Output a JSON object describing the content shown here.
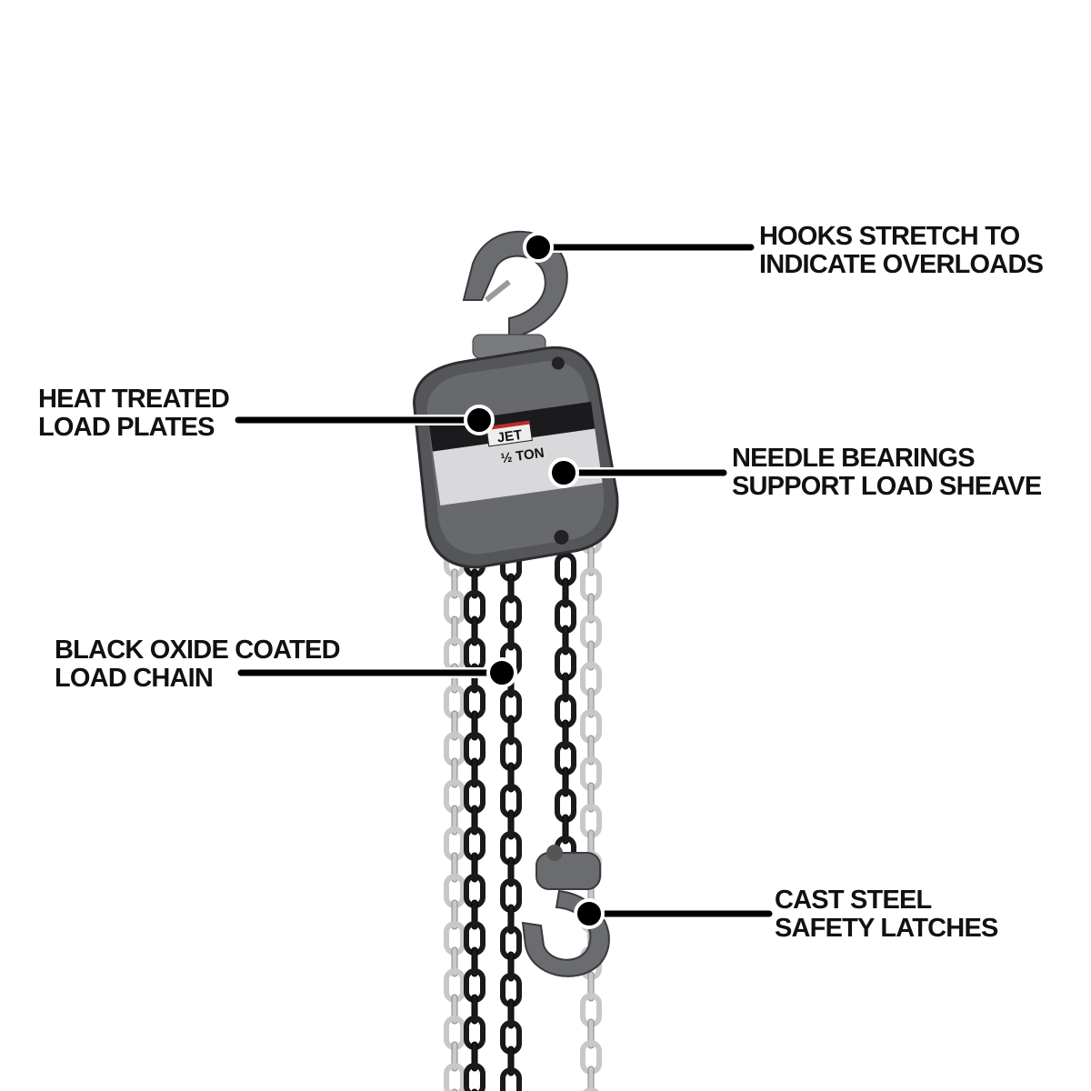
{
  "product": {
    "brand_plate": "JET",
    "capacity_plate": "½ TON"
  },
  "callouts": [
    {
      "id": "hooks",
      "lines": [
        "HOOKS STRETCH TO",
        "INDICATE OVERLOADS"
      ]
    },
    {
      "id": "plates",
      "lines": [
        "HEAT TREATED",
        "LOAD PLATES"
      ]
    },
    {
      "id": "bearings",
      "lines": [
        "NEEDLE BEARINGS",
        "SUPPORT LOAD SHEAVE"
      ]
    },
    {
      "id": "chain",
      "lines": [
        "BLACK OXIDE COATED",
        "LOAD CHAIN"
      ]
    },
    {
      "id": "latches",
      "lines": [
        "CAST STEEL",
        "SAFETY LATCHES"
      ]
    }
  ],
  "colors": {
    "leader": "#000000",
    "body": "#5a5b5e",
    "load_chain": "#1a1a1a",
    "hand_chain": "#c8c8c8",
    "plate_accent": "#c0282d"
  }
}
